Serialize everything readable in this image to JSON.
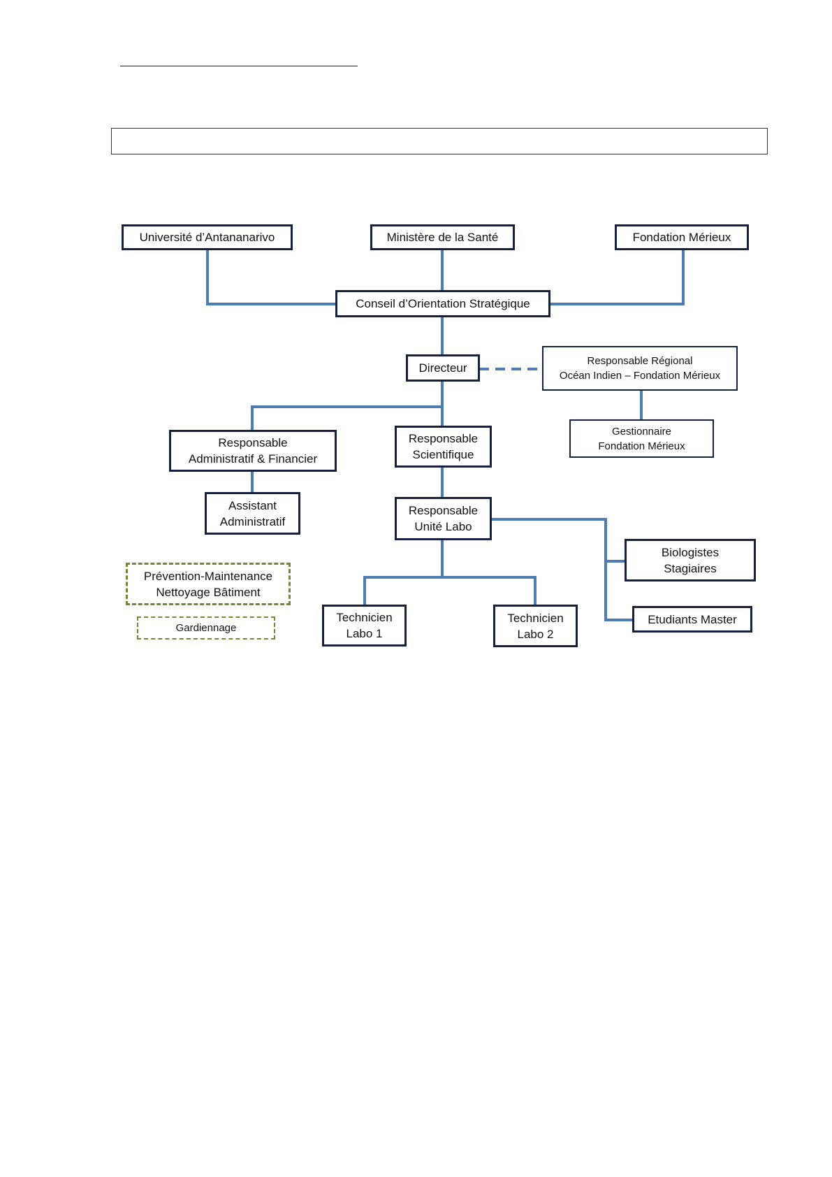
{
  "colors": {
    "connector": "#4f7cb3",
    "box_border": "#16203f",
    "dashed_border": "#6c8a38"
  },
  "org_chart": {
    "nodes": {
      "universite": [
        "Université d’Antananarivo"
      ],
      "ministere": [
        "Ministère de la Santé"
      ],
      "fondation": [
        "Fondation Mérieux"
      ],
      "conseil": [
        "Conseil d’Orientation Stratégique"
      ],
      "directeur": [
        "Directeur"
      ],
      "resp_regional": [
        "Responsable Régional",
        "Océan Indien – Fondation Mérieux"
      ],
      "gestionnaire": [
        "Gestionnaire",
        "Fondation Mérieux"
      ],
      "resp_admin": [
        "Responsable",
        "Administratif & Financier"
      ],
      "resp_scientifique": [
        "Responsable",
        "Scientifique"
      ],
      "assistant": [
        "Assistant",
        "Administratif"
      ],
      "resp_labo": [
        "Responsable",
        "Unité Labo"
      ],
      "biologistes": [
        "Biologistes",
        "Stagiaires"
      ],
      "etudiants": [
        "Etudiants Master"
      ],
      "prevention": [
        "Prévention-Maintenance",
        "Nettoyage Bâtiment"
      ],
      "gardiennage": [
        "Gardiennage"
      ],
      "technicien1": [
        "Technicien",
        "Labo 1"
      ],
      "technicien2": [
        "Technicien",
        "Labo 2"
      ]
    },
    "links": [
      {
        "from": "universite",
        "to": "conseil",
        "style": "solid"
      },
      {
        "from": "ministere",
        "to": "conseil",
        "style": "solid"
      },
      {
        "from": "fondation",
        "to": "conseil",
        "style": "solid"
      },
      {
        "from": "conseil",
        "to": "directeur",
        "style": "solid"
      },
      {
        "from": "directeur",
        "to": "resp_regional",
        "style": "dashed"
      },
      {
        "from": "resp_regional",
        "to": "gestionnaire",
        "style": "solid"
      },
      {
        "from": "directeur",
        "to": "resp_admin",
        "style": "solid"
      },
      {
        "from": "directeur",
        "to": "resp_scientifique",
        "style": "solid"
      },
      {
        "from": "resp_admin",
        "to": "assistant",
        "style": "solid"
      },
      {
        "from": "resp_scientifique",
        "to": "resp_labo",
        "style": "solid"
      },
      {
        "from": "resp_labo",
        "to": "technicien1",
        "style": "solid"
      },
      {
        "from": "resp_labo",
        "to": "technicien2",
        "style": "solid"
      },
      {
        "from": "resp_labo",
        "to": "biologistes",
        "style": "solid"
      },
      {
        "from": "resp_labo",
        "to": "etudiants",
        "style": "solid"
      }
    ]
  }
}
